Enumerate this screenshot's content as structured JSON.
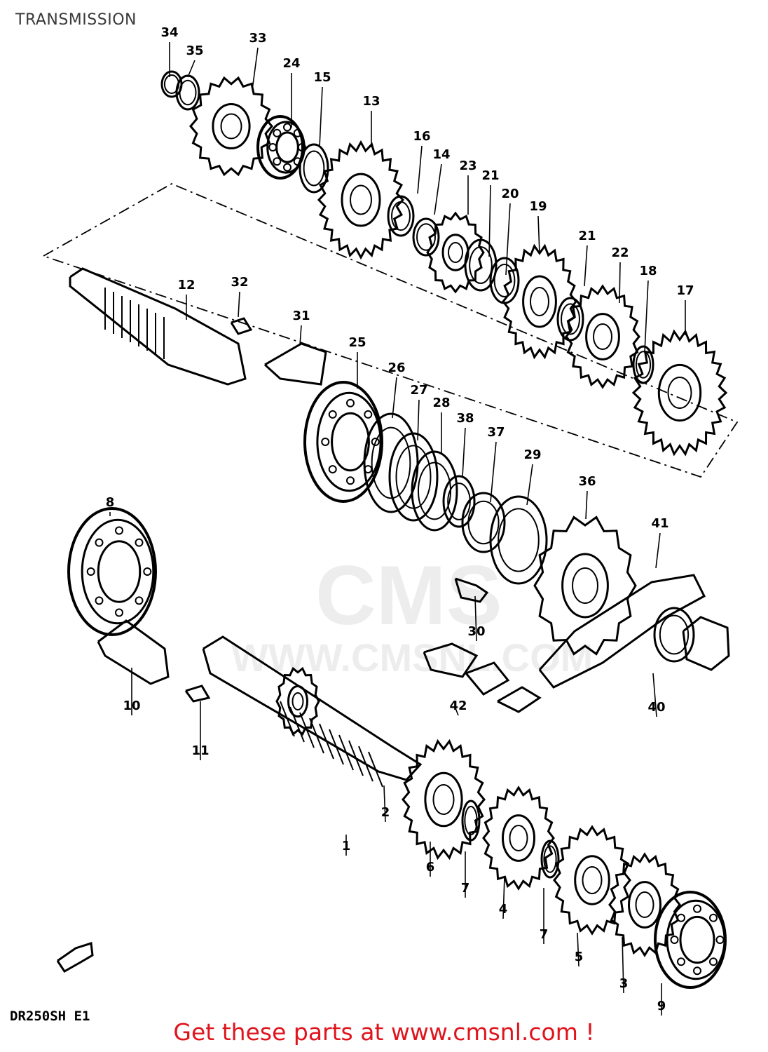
{
  "title": "TRANSMISSION",
  "model_code": "DR250SH E1",
  "footer_link_text": "Get these parts at www.cmsnl.com !",
  "watermark": {
    "main": "CMS",
    "url": "WWW.CMSNL.COM"
  },
  "colors": {
    "footer": "#e0141c",
    "title": "#3a3a3a"
  },
  "part_numbers": [
    "1",
    "2",
    "3",
    "4",
    "5",
    "6",
    "7",
    "8",
    "9",
    "10",
    "11",
    "12",
    "13",
    "14",
    "15",
    "16",
    "17",
    "18",
    "19",
    "20",
    "21",
    "22",
    "23",
    "24",
    "25",
    "26",
    "27",
    "28",
    "29",
    "30",
    "31",
    "32",
    "33",
    "34",
    "35",
    "36",
    "37",
    "38",
    "40",
    "41",
    "42"
  ],
  "callouts": [
    {
      "n": "34"
    },
    {
      "n": "35"
    },
    {
      "n": "33"
    },
    {
      "n": "24"
    },
    {
      "n": "15"
    },
    {
      "n": "13"
    },
    {
      "n": "16"
    },
    {
      "n": "14"
    },
    {
      "n": "23"
    },
    {
      "n": "21"
    },
    {
      "n": "20"
    },
    {
      "n": "19"
    },
    {
      "n": "21"
    },
    {
      "n": "22"
    },
    {
      "n": "18"
    },
    {
      "n": "17"
    },
    {
      "n": "12"
    },
    {
      "n": "32"
    },
    {
      "n": "31"
    },
    {
      "n": "25"
    },
    {
      "n": "26"
    },
    {
      "n": "27"
    },
    {
      "n": "28"
    },
    {
      "n": "38"
    },
    {
      "n": "37"
    },
    {
      "n": "29"
    },
    {
      "n": "36"
    },
    {
      "n": "41"
    },
    {
      "n": "8"
    },
    {
      "n": "30"
    },
    {
      "n": "10"
    },
    {
      "n": "40"
    },
    {
      "n": "42"
    },
    {
      "n": "11"
    },
    {
      "n": "2"
    },
    {
      "n": "1"
    },
    {
      "n": "6"
    },
    {
      "n": "7"
    },
    {
      "n": "4"
    },
    {
      "n": "7"
    },
    {
      "n": "5"
    },
    {
      "n": "3"
    },
    {
      "n": "9"
    }
  ]
}
